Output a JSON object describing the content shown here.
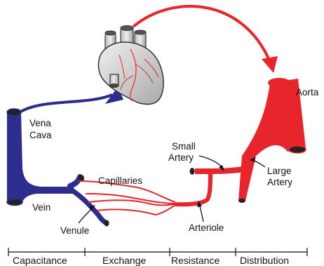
{
  "labels": {
    "vena_cava_line1": "Vena",
    "vena_cava_line2": "Cava",
    "vein": "Vein",
    "venule": "Venule",
    "capillaries": "Capillaries",
    "small_artery_line1": "Small",
    "small_artery_line2": "Artery",
    "large_artery_line1": "Large",
    "large_artery_line2": "Artery",
    "arteriole": "Arteriole",
    "aorta": "Aorta"
  },
  "segments": [
    "Capacitance",
    "Exchange",
    "Resistance",
    "Distribution"
  ],
  "colors": {
    "venous": "#2b2e8c",
    "arterial": "#e8252b",
    "vessel_opening": "#222222",
    "heart_fill": "#d4d4d4",
    "heart_outline": "#333333",
    "text": "#111111"
  }
}
